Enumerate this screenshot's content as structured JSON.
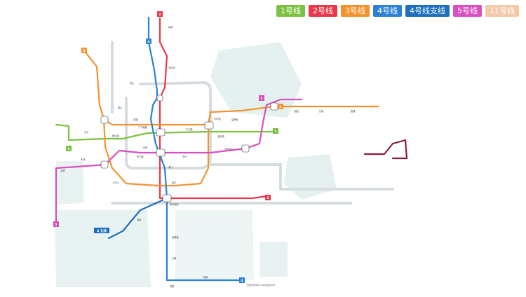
{
  "legend": [
    {
      "label": "1号线",
      "color": "#7cc242"
    },
    {
      "label": "2号线",
      "color": "#e8394a"
    },
    {
      "label": "3号线",
      "color": "#f5922f"
    },
    {
      "label": "4号线",
      "color": "#2b82d4"
    },
    {
      "label": "4号线支线",
      "color": "#1e6fbe"
    },
    {
      "label": "5号线",
      "color": "#d84fbf"
    },
    {
      "label": "11号线",
      "color": "#f3c9a8"
    }
  ],
  "map": {
    "background_color": "#ffffff",
    "water_color": "#cfe3e3",
    "ring_color": "#d6dde0",
    "line_colors": {
      "line1": "#7cc242",
      "line2": "#e8394a",
      "line3": "#f5922f",
      "line4": "#2b82d4",
      "line4_branch": "#1e6fbe",
      "line5": "#d84fbf",
      "line11": "#8b1d3c"
    },
    "badges": {
      "line2_north": "2",
      "line4_north": "4",
      "line3_west": "3",
      "line3_east": "3",
      "line1_west": "1",
      "line1_east": "1",
      "line5_west": "5",
      "line5_east": "5",
      "line2_south": "2",
      "line4_south": "4",
      "line4_branch": "4 支线"
    },
    "stations": {
      "guangji_south": "广济南路",
      "leqiao": "乐桥",
      "yangshan": "阳山",
      "east_ring": "东环路",
      "south_rail": "苏州南站",
      "south_rail_term": "同里",
      "north_station": "苏州站",
      "shilu": "石路",
      "xinghai": "星海街",
      "shishan": "狮山路",
      "taihu": "太湖",
      "mudu": "木渎",
      "donghuan": "东环",
      "jinjihu": "金鸡湖",
      "yuanqu": "园区",
      "huqiu": "虎丘",
      "wuzhong": "吴中",
      "baidang": "白塘",
      "shengpu": "胜浦",
      "xiangcheng": "相城",
      "pingjiang": "平江路",
      "suzhou_center": "苏州中心",
      "nanmen": "南门",
      "xujiang": "胥江路",
      "tianping": "天平",
      "shangfang": "上方山",
      "yingchun": "迎春路",
      "lianxi": "莲溪",
      "jiangling": "江陵",
      "songling": "松陵"
    },
    "note_text": "地图仅供参考 以实际运营为准"
  }
}
